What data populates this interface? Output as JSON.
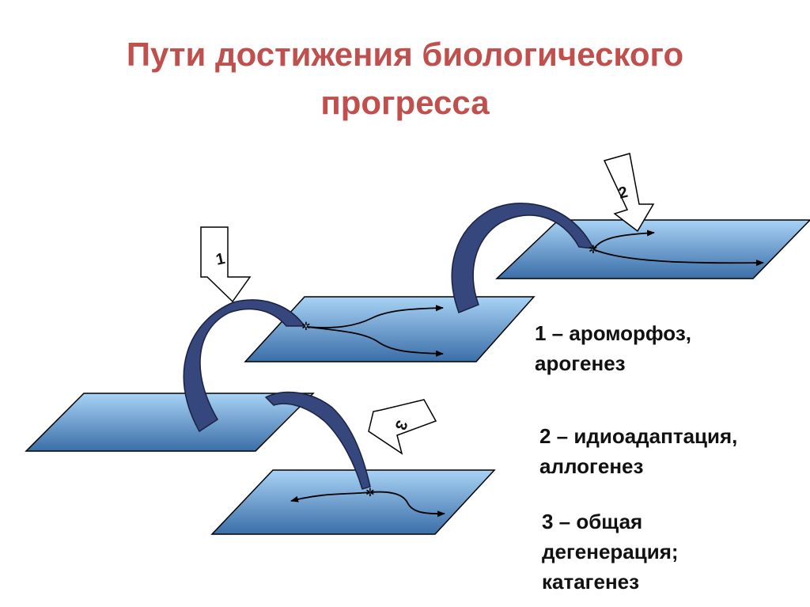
{
  "title": {
    "line1": "Пути достижения биологического",
    "line2": "прогресса"
  },
  "colors": {
    "title": "#c0504d",
    "plane_light": "#a8d3f5",
    "plane_dark": "#3b6ea8",
    "ribbon": "#35477d",
    "arrow_fill": "#ffffff",
    "stroke": "#000000"
  },
  "markers": {
    "m1": "1",
    "m2": "2",
    "m3": "3"
  },
  "legend": {
    "item1": {
      "line1": "1 – ароморфоз,",
      "line2": "арогенез"
    },
    "item2": {
      "line1": "2 – идиоадаптация,",
      "line2": "аллогенез"
    },
    "item3": {
      "line1": "3 – общая",
      "line2": "дегенерация;",
      "line3": "катагенез"
    }
  }
}
